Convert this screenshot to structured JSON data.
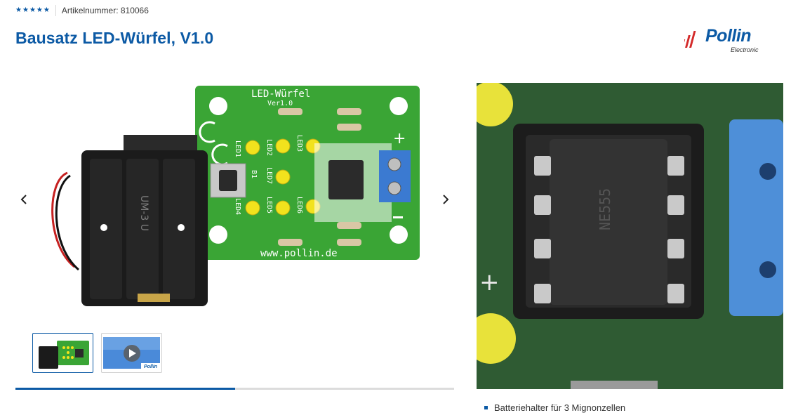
{
  "rating": {
    "stars": 5
  },
  "article": {
    "number_label": "Artikelnummer: 810066"
  },
  "product": {
    "title": "Bausatz LED-Würfel, V1.0"
  },
  "brand": {
    "name": "Pollin",
    "sub": "Electronic"
  },
  "gallery": {
    "board_title": "LED-Würfel",
    "board_version": "Ver1.0",
    "board_url": "www.pollin.de",
    "board_labels": [
      "LED1",
      "LED2",
      "LED3",
      "LED4",
      "LED5",
      "LED6",
      "LED7",
      "B1"
    ],
    "battery_mark": "UM-3 U",
    "active_index": 0,
    "thumbnails": [
      "image",
      "video"
    ],
    "video_thumb_brand": "Pollin"
  },
  "zoom": {
    "ic_mark": "NE555",
    "pad_label": "+"
  },
  "carousel": {
    "progress": 0.5
  },
  "features": {
    "items": [
      "Batteriehalter für 3 Mignonzellen"
    ]
  },
  "colors": {
    "accent": "#0c5aa5",
    "pcb": "#3aa535",
    "pcb_dark": "#2e5a32",
    "logo_red": "#d42a2a"
  }
}
